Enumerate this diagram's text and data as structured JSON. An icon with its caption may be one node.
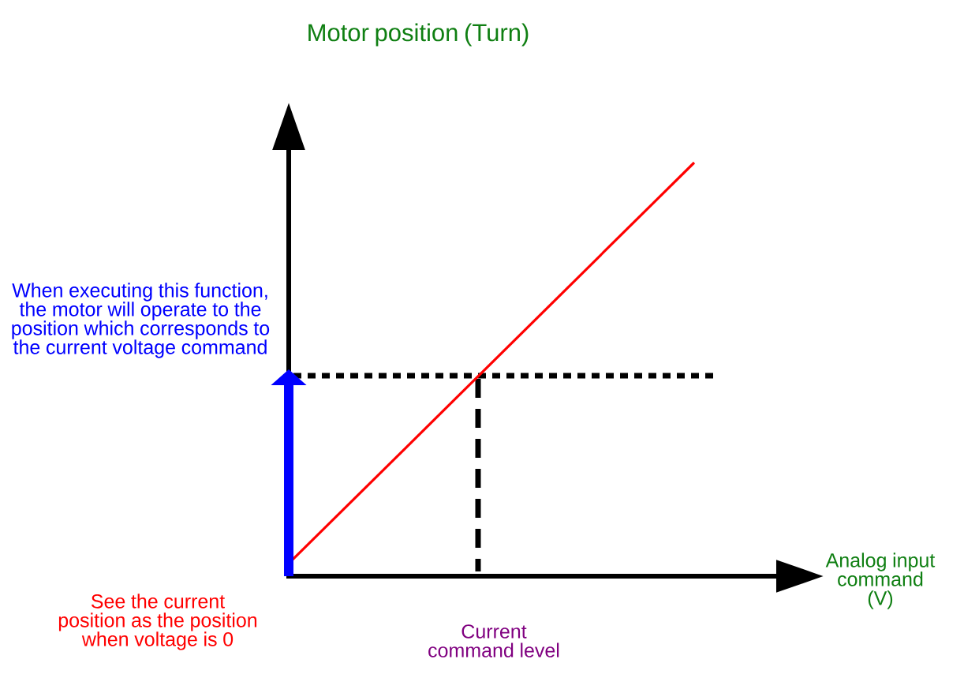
{
  "diagram": {
    "labels": [
      "Motor position (Turn)",
      "When executing this function, the motor will operate to the position which corresponds to the current voltage command",
      "Analog input command (V)",
      "See the current position as the position when voltage is 0",
      "Current command level"
    ]
  }
}
